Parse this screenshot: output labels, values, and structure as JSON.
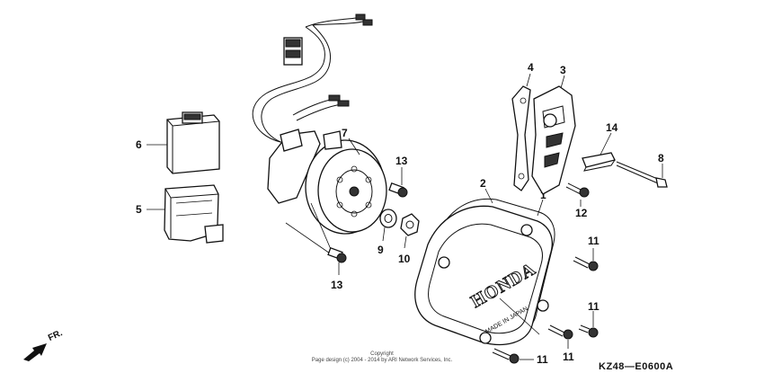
{
  "diagram": {
    "callouts": {
      "p1": "1",
      "p2": "2",
      "p3": "3",
      "p4": "4",
      "p5": "5",
      "p6": "6",
      "p7": "7",
      "p8": "8",
      "p9": "9",
      "p10": "10",
      "p11a": "11",
      "p11b": "11",
      "p11c": "11",
      "p11d": "11",
      "p12": "12",
      "p13a": "13",
      "p13b": "13",
      "p14": "14"
    },
    "cover_brand": "HONDA",
    "cover_origin": "MADE IN JAPAN",
    "front_label": "FR.",
    "copyright_line1": "Copyright",
    "copyright_line2": "Page design (c) 2004 - 2014 by ARI Network Services, Inc.",
    "diagram_code": "KZ48—E0600A"
  }
}
